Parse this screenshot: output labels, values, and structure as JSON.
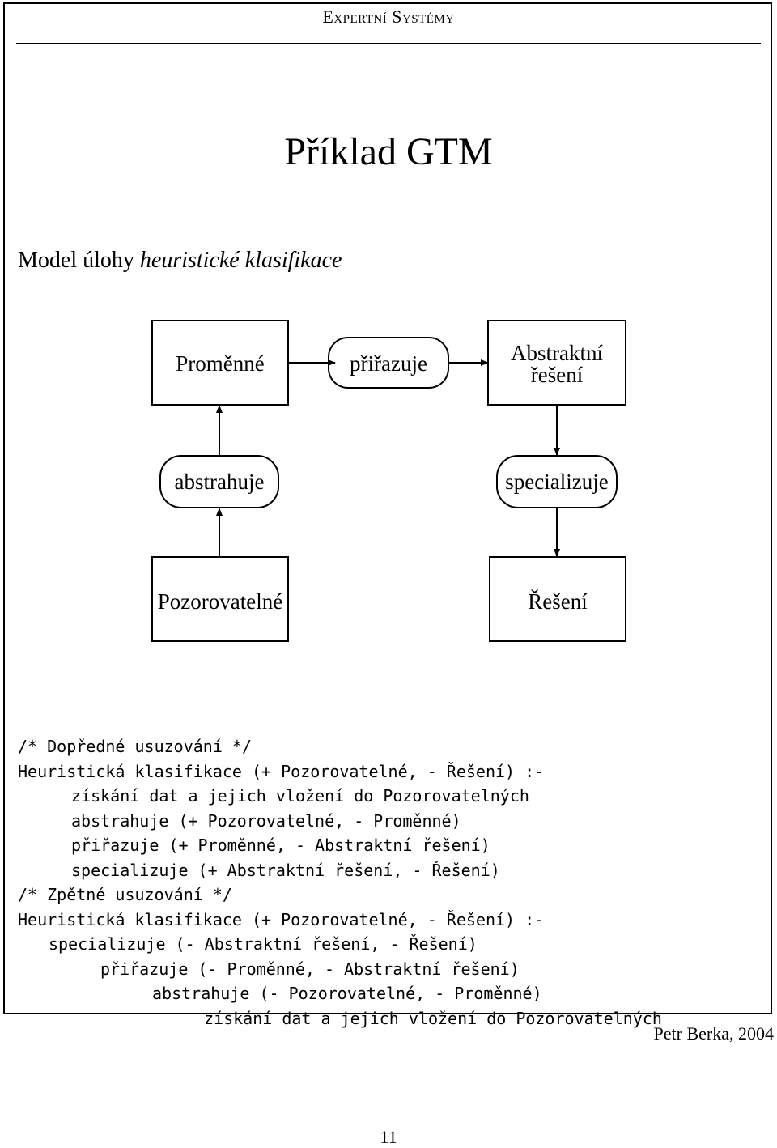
{
  "header": {
    "text": "Expertní Systémy"
  },
  "title": "Příklad GTM",
  "subtitle": {
    "prefix": "Model úlohy ",
    "emphasis": "heuristické klasifikace"
  },
  "diagram": {
    "nodes": {
      "promenne": "Proměnné",
      "prirazuje": "přiřazuje",
      "abstraktni_line1": "Abstraktní",
      "abstraktni_line2": "řešení",
      "abstrahuje": "abstrahuje",
      "specializuje": "specializuje",
      "pozorovatelne": "Pozorovatelné",
      "reseni": "Řešení"
    }
  },
  "code": {
    "forward": [
      {
        "indent": 0,
        "text": "/* Dopředné usuzování */"
      },
      {
        "indent": 0,
        "text": "Heuristická klasifikace (+ Pozorovatelné, - Řešení) :-"
      },
      {
        "indent": 1,
        "text": "získání dat a jejich vložení do Pozorovatelných"
      },
      {
        "indent": 1,
        "text": "abstrahuje (+ Pozorovatelné, - Proměnné)"
      },
      {
        "indent": 1,
        "text": "přiřazuje (+ Proměnné, - Abstraktní řešení)"
      },
      {
        "indent": 1,
        "text": "specializuje (+ Abstraktní řešení, - Řešení)"
      }
    ],
    "backward": [
      {
        "indent": 0,
        "text": "/* Zpětné usuzování */"
      },
      {
        "indent": 0,
        "text": "Heuristická klasifikace (+ Pozorovatelné, - Řešení) :-"
      },
      {
        "indent": 1,
        "text": "specializuje (- Abstraktní řešení, - Řešení)"
      },
      {
        "indent": 2,
        "text": "přiřazuje (- Proměnné, - Abstraktní řešení)"
      },
      {
        "indent": 3,
        "text": "abstrahuje (- Pozorovatelné, - Proměnné)"
      },
      {
        "indent": 4,
        "text": "získání dat a jejich vložení do Pozorovatelných"
      }
    ]
  },
  "footer": {
    "author": "Petr Berka, 2004",
    "page_number": "11"
  }
}
